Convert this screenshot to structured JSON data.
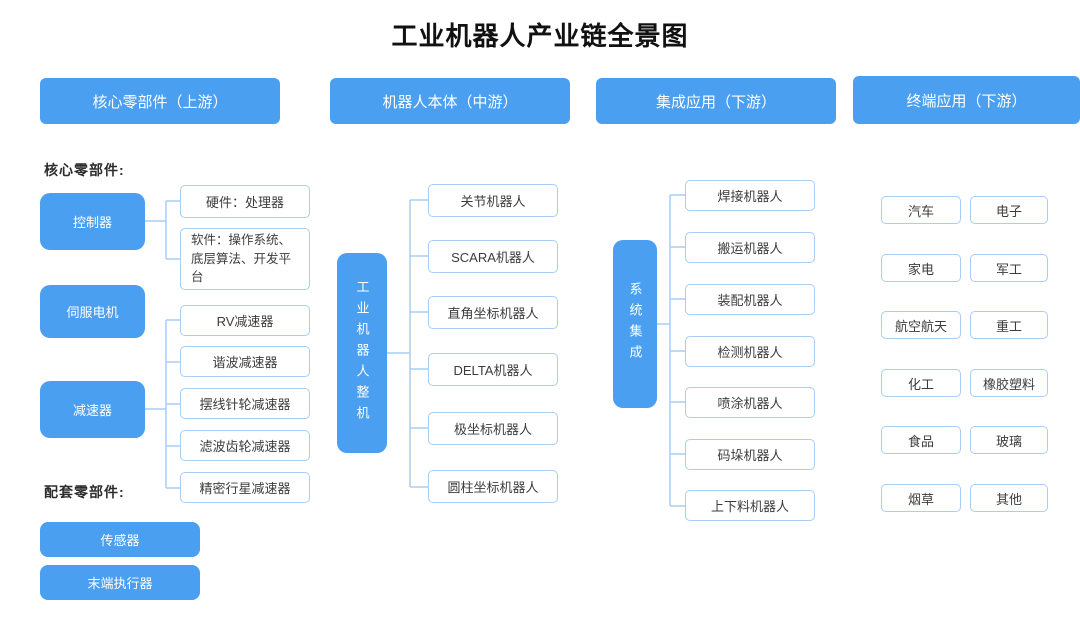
{
  "title": "工业机器人产业链全景图",
  "colors": {
    "node_blue": "#4a9ff0",
    "line_blue": "#a9cdf4",
    "leaf_text": "#3c3c3c"
  },
  "headers": [
    {
      "label": "核心零部件（上游）"
    },
    {
      "label": "机器人本体（中游）"
    },
    {
      "label": "集成应用（下游）"
    },
    {
      "label": "终端应用（下游）"
    }
  ],
  "upstream": {
    "core_label": "核心零部件:",
    "controller": "控制器",
    "controller_children": [
      "硬件：处理器",
      "软件：操作系统、底层算法、开发平台"
    ],
    "servo": "伺服电机",
    "reducer": "减速器",
    "reducer_children": [
      "RV减速器",
      "谐波减速器",
      "摆线针轮减速器",
      "滤波齿轮减速器",
      "精密行星减速器"
    ],
    "support_label": "配套零部件:",
    "support_items": [
      "传感器",
      "末端执行器"
    ]
  },
  "midstream": {
    "parent": "工业机器人整机",
    "children": [
      "关节机器人",
      "SCARA机器人",
      "直角坐标机器人",
      "DELTA机器人",
      "极坐标机器人",
      "圆柱坐标机器人"
    ]
  },
  "integration": {
    "parent": "系统集成",
    "children": [
      "焊接机器人",
      "搬运机器人",
      "装配机器人",
      "检测机器人",
      "喷涂机器人",
      "码垛机器人",
      "上下料机器人"
    ]
  },
  "terminal": {
    "rows": [
      [
        "汽车",
        "电子"
      ],
      [
        "家电",
        "军工"
      ],
      [
        "航空航天",
        "重工"
      ],
      [
        "化工",
        "橡胶塑料"
      ],
      [
        "食品",
        "玻璃"
      ],
      [
        "烟草",
        "其他"
      ]
    ]
  }
}
